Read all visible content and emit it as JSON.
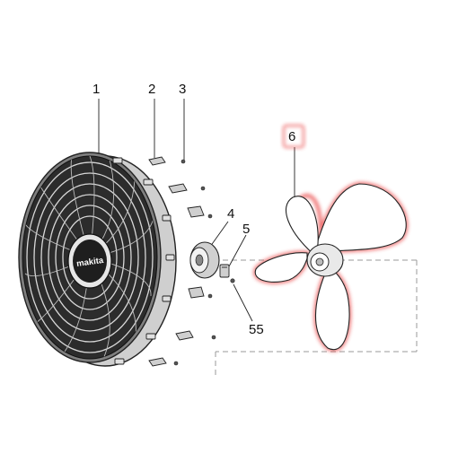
{
  "diagram": {
    "callouts": {
      "grille": "1",
      "clip_upper": "2",
      "screw_upper": "3",
      "spinner": "4",
      "hub_clip": "5",
      "hub_screw": "55",
      "blade": "6"
    },
    "brand_badge": "makita",
    "highlight_color": "#e83a3a",
    "line_color": "#222222"
  }
}
